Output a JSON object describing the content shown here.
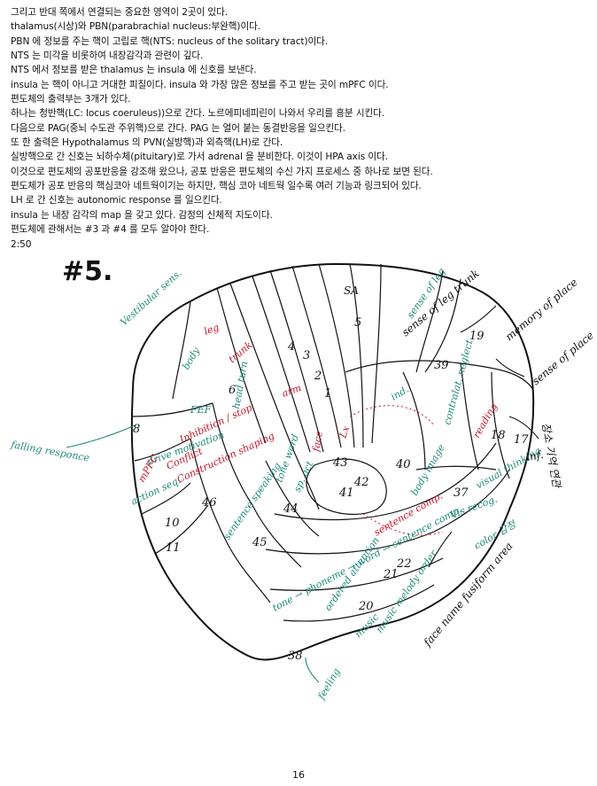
{
  "notes": {
    "lines": [
      "그리고 반대 쪽에서 연결되는 중요한 영역이 2곳이 있다.",
      "thalamus(시상)와 PBN(parabrachial nucleus:부완핵)이다.",
      "PBN 에 정보를 주는 핵이 고립로 핵(NTS: nucleus of the solitary tract)이다.",
      "NTS 는 미각을 비롯하여 내장감각과 관련이 깊다.",
      "NTS 에서 정보를 받은 thalamus 는 insula 에 신호를 보낸다.",
      "insula 는 핵이 아니고 거대한 피질이다. insula 와 가장 많은 정보를 주고 받는 곳이 mPFC 이다.",
      "편도체의 출력부는 3개가 있다.",
      "하나는 청반핵(LC: locus coeruleus))으로 간다. 노르에피네피린이 나와서 우리를 흥분 시킨다.",
      "다음으로 PAG(중뇌 수도관 주위핵)으로 간다. PAG 는 얼어 붙는 동결반응을 일으킨다.",
      "또 한 출력은 Hypothalamus 의 PVN(실방핵)과 외측핵(LH)로 간다.",
      "실방핵으로 간 신호는 뇌하수체(pituitary)로 가서 adrenal 을 분비한다. 이것이 HPA axis 이다.",
      "이것으로 편도체의 공포반응을 강조해 왔으나, 공포 반응은 편도체의 수신 가지 프로세스 중 하나로 보면 된다.",
      "편도체가 공포 반응의 핵심코아 네트웍이기는 하지만, 핵심 코아 네트웍 일수록 여러 기능과 링크되어 있다.",
      "LH 로 간 신호는 autonomic response 를 일으킨다.",
      "insula 는 내장 감각의 map 을 갖고 있다. 감정의 신체적 지도이다.",
      "편도체에 관해서는 #3 과 #4 를 모두 알아야 한다.",
      "2:50"
    ]
  },
  "sketch": {
    "heading": "#5.",
    "colors": {
      "ink": "#111111",
      "teal": "#1f8a7a",
      "red": "#c8142a"
    },
    "numbers": [
      "4",
      "5",
      "19",
      "6",
      "8",
      "18",
      "17",
      "10",
      "11",
      "46",
      "44",
      "45",
      "43",
      "41",
      "42",
      "40",
      "39",
      "21",
      "20",
      "22",
      "37",
      "38",
      "3",
      "2",
      "1"
    ],
    "teal_labels": [
      "Vestibular sens.",
      "body",
      "FEF",
      "drive motivation",
      "action seq.",
      "falling responce",
      "sentence speaking",
      "tone word",
      "sp. act",
      "body image",
      "contralat. neglect",
      "Vis recog.",
      "color 감정",
      "sense of leg",
      "head turn",
      "visual thinking",
      "feeling",
      "music",
      "tone → phoneme → word → sentence comp.",
      "ordered attention",
      "music melody order",
      "ind."
    ],
    "red_labels": [
      "leg",
      "trunk",
      "arm",
      "face",
      "Conflict",
      "Construction shaping",
      "Inhibition / stop",
      "reading",
      "mPFC",
      "sentence comp.",
      "Lx"
    ],
    "black_labels": [
      "SA",
      "sense of leg trunk",
      "memory of place",
      "sense of place",
      "face name fusiform area",
      "장소 기억 연관",
      "inf."
    ]
  }
}
